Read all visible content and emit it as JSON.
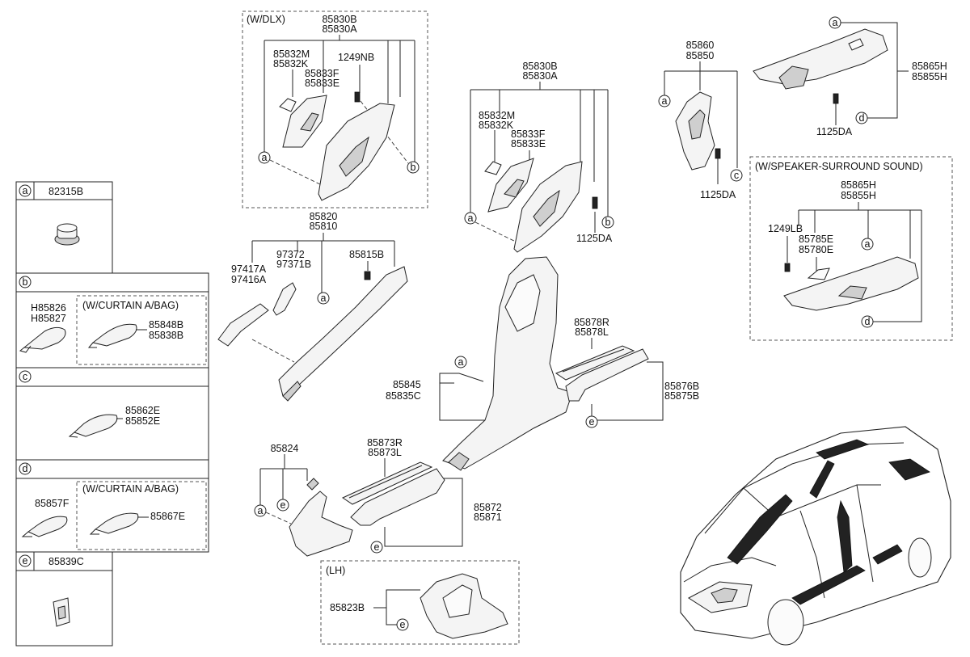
{
  "legend": [
    {
      "letter": "a",
      "codes": [
        "82315B"
      ]
    },
    {
      "letter": "b",
      "codes": [
        "H85826",
        "H85827"
      ],
      "variant": "(W/CURTAIN A/BAG)",
      "variant_codes": [
        "85848B",
        "85838B"
      ]
    },
    {
      "letter": "c",
      "codes": [
        "85862E",
        "85852E"
      ]
    },
    {
      "letter": "d",
      "codes": [
        "85857F"
      ],
      "variant": "(W/CURTAIN A/BAG)",
      "variant_codes": [
        "85867E"
      ]
    },
    {
      "letter": "e",
      "codes": [
        "85839C"
      ]
    }
  ],
  "groups": {
    "dlx": {
      "title": "(W/DLX)",
      "top": [
        "85830B",
        "85830A"
      ],
      "left": [
        "85832M",
        "85832K"
      ],
      "mid": [
        "85833F",
        "85833E"
      ],
      "bolt": "1249NB"
    },
    "bpillar": {
      "top": [
        "85830B",
        "85830A"
      ],
      "left": [
        "85832M",
        "85832K"
      ],
      "mid": [
        "85833F",
        "85833E"
      ],
      "bolt": "1125DA"
    },
    "apillar": {
      "top": [
        "85820",
        "85810"
      ],
      "grip_a": [
        "97417A",
        "97416A"
      ],
      "grip_b": [
        "97372",
        "97371B"
      ],
      "clip": "85815B"
    },
    "cpillar": {
      "top": [
        "85860",
        "85850"
      ],
      "bolt": "1125DA"
    },
    "dpillar": {
      "side": [
        "85865H",
        "85855H"
      ],
      "bolt": "1125DA"
    },
    "speaker": {
      "title": "(W/SPEAKER-SURROUND SOUND)",
      "top": [
        "85865H",
        "85855H"
      ],
      "bolt": "1249LB",
      "grille": [
        "85785E",
        "85780E"
      ]
    },
    "center": {
      "left": [
        "85845",
        "85835C"
      ]
    },
    "rear_sill": {
      "top": [
        "85878R",
        "85878L"
      ],
      "side": [
        "85876B",
        "85875B"
      ]
    },
    "front_sill": {
      "top": [
        "85873R",
        "85873L"
      ],
      "side": [
        "85872",
        "85871"
      ]
    },
    "kick": {
      "top": "85824"
    },
    "lh": {
      "title": "(LH)",
      "code": "85823B"
    }
  }
}
